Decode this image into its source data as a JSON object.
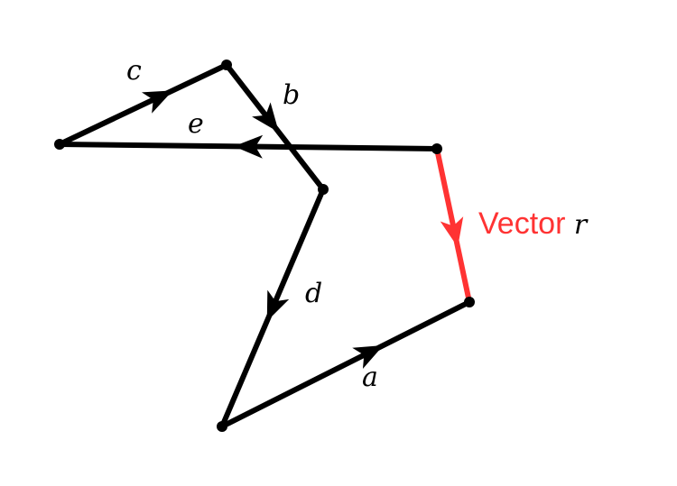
{
  "colors": {
    "vector": "#000000",
    "result": "#ff3333"
  },
  "vectors": [
    {
      "id": "c",
      "label": "c"
    },
    {
      "id": "b",
      "label": "b"
    },
    {
      "id": "d",
      "label": "d"
    },
    {
      "id": "a",
      "label": "a"
    },
    {
      "id": "e",
      "label": "e"
    }
  ],
  "result": {
    "label_text": "Vector ",
    "label_symbol": "r"
  }
}
